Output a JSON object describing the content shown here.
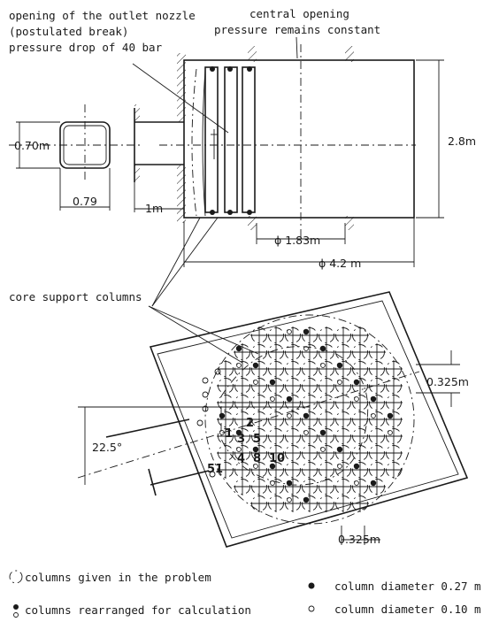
{
  "labels": {
    "outlet_line1": "opening of the outlet nozzle",
    "outlet_line2": "(postulated break)",
    "outlet_line3": "pressure drop of 40 bar",
    "central_line1": "central opening",
    "central_line2": "pressure remains constant",
    "core_support": "core support columns"
  },
  "dimensions": {
    "nozzle_height": "0.70m",
    "nozzle_width": "0.79",
    "nozzle_length": "1m",
    "vessel_height": "2.8m",
    "central_diameter": "ϕ 1.83m",
    "vessel_diameter": "ϕ 4.2 m",
    "pitch_top": "0.325m",
    "pitch_bottom": "0.325m",
    "angle": "22.5°"
  },
  "column_numbers": [
    "1",
    "2",
    "3",
    "4",
    "5",
    "8",
    "10",
    "51"
  ],
  "legend": {
    "given": "columns given in the problem",
    "rearranged": "columns rearranged for calculation",
    "large": "column diameter  0.27 m",
    "small": "column diameter  0.10 m"
  }
}
